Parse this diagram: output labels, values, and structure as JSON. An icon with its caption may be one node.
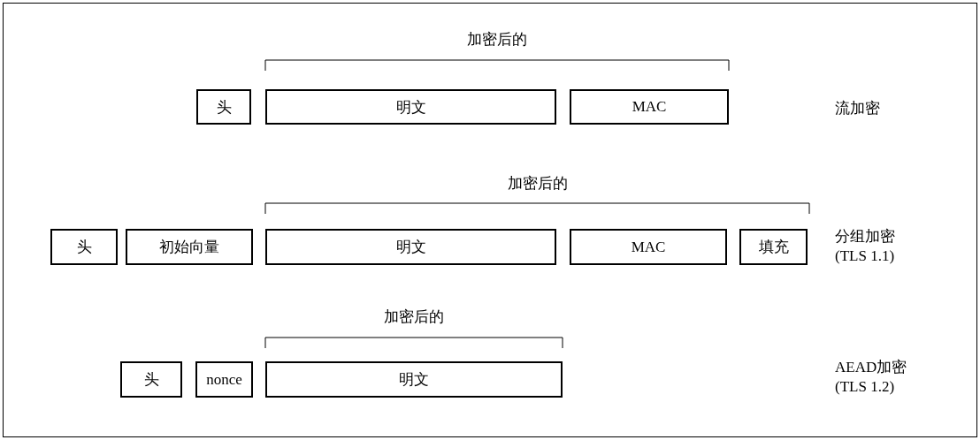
{
  "diagram": {
    "nodes": [
      {
        "text": [
          "头"
        ]
      },
      {
        "text": [
          "明文"
        ]
      },
      {
        "text": [
          "MAC"
        ]
      },
      {
        "text": [
          "头"
        ]
      },
      {
        "text": [
          "初始向量"
        ]
      },
      {
        "text": [
          "明文"
        ]
      },
      {
        "text": [
          "MAC"
        ]
      },
      {
        "text": [
          "填充"
        ]
      },
      {
        "text": [
          "头"
        ]
      },
      {
        "text": [
          "nonce"
        ]
      },
      {
        "text": [
          "明文"
        ]
      }
    ],
    "edges": [],
    "labels": [
      "加密后的",
      "流加密",
      "加密后的",
      "分组加密 (TLS 1.1)",
      "加密后的",
      "AEAD加密 (TLS 1.2)"
    ]
  }
}
